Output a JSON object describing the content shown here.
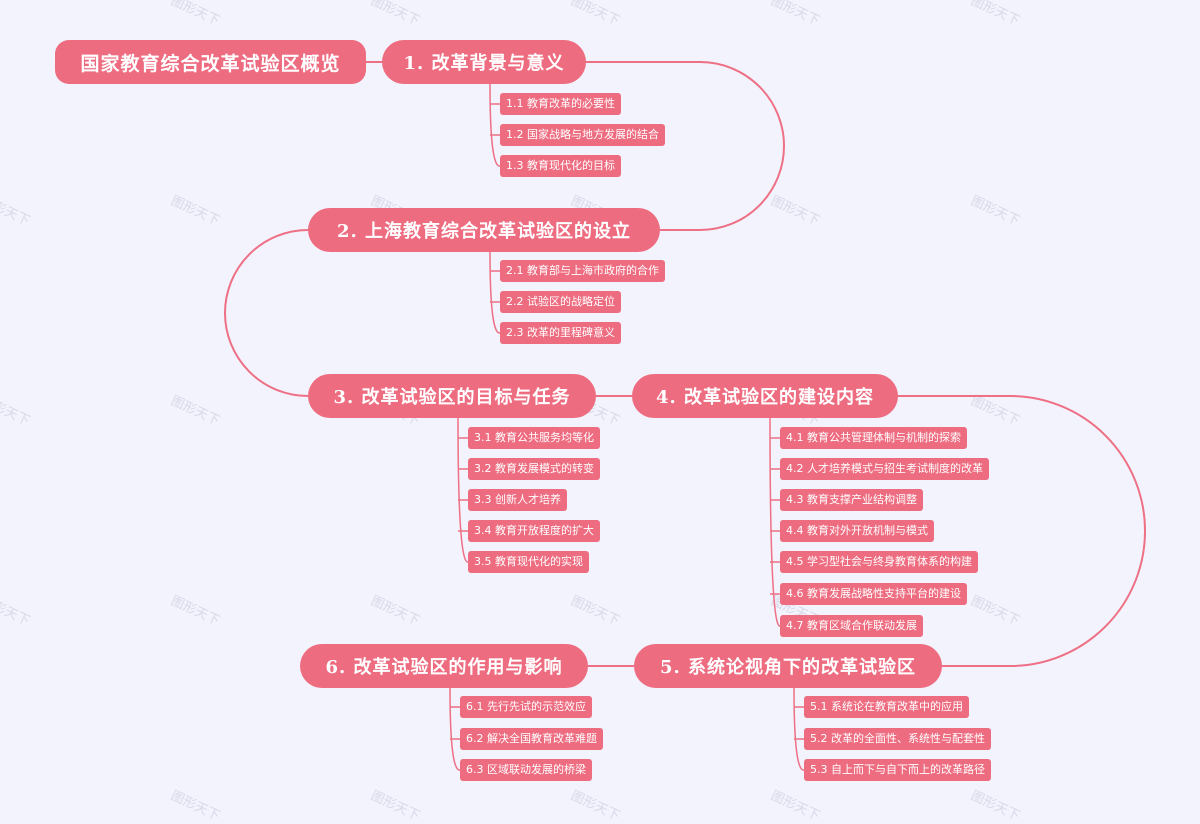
{
  "colors": {
    "background": "#f3f3fd",
    "node": "#ee6c80",
    "connector": "#ee7085",
    "text": "#ffffff"
  },
  "watermark": "图形天下",
  "mindmap": {
    "root": "国家教育综合改革试验区概览",
    "topics": [
      {
        "label": "1. 改革背景与意义",
        "subs": [
          "1.1 教育改革的必要性",
          "1.2 国家战略与地方发展的结合",
          "1.3 教育现代化的目标"
        ]
      },
      {
        "label": "2. 上海教育综合改革试验区的设立",
        "subs": [
          "2.1 教育部与上海市政府的合作",
          "2.2 试验区的战略定位",
          "2.3 改革的里程碑意义"
        ]
      },
      {
        "label": "3. 改革试验区的目标与任务",
        "subs": [
          "3.1 教育公共服务均等化",
          "3.2 教育发展模式的转变",
          "3.3 创新人才培养",
          "3.4 教育开放程度的扩大",
          "3.5 教育现代化的实现"
        ]
      },
      {
        "label": "4. 改革试验区的建设内容",
        "subs": [
          "4.1 教育公共管理体制与机制的探索",
          "4.2 人才培养模式与招生考试制度的改革",
          "4.3 教育支撑产业结构调整",
          "4.4 教育对外开放机制与模式",
          "4.5 学习型社会与终身教育体系的构建",
          "4.6 教育发展战略性支持平台的建设",
          "4.7 教育区域合作联动发展"
        ]
      },
      {
        "label": "5. 系统论视角下的改革试验区",
        "subs": [
          "5.1 系统论在教育改革中的应用",
          "5.2 改革的全面性、系统性与配套性",
          "5.3 自上而下与自下而上的改革路径"
        ]
      },
      {
        "label": "6. 改革试验区的作用与影响",
        "subs": [
          "6.1 先行先试的示范效应",
          "6.2 解决全国教育改革难题",
          "6.3 区域联动发展的桥梁"
        ]
      }
    ]
  }
}
